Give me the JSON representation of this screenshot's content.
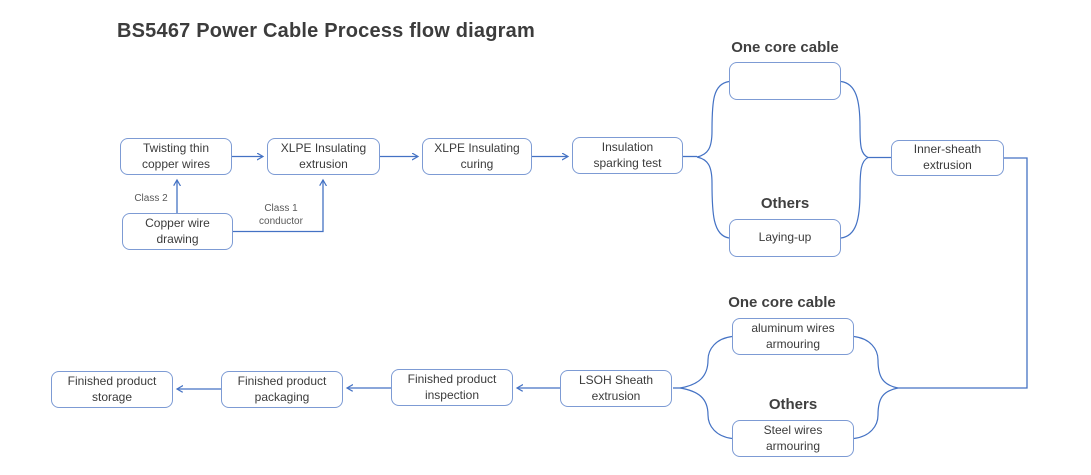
{
  "title": "BS5467 Power Cable Process flow diagram",
  "nodes": {
    "twisting_thin_copper_wires": "Twisting thin\ncopper wires",
    "xlpe_insulating_extrusion": "XLPE Insulating\nextrusion",
    "xlpe_insulating_curing": "XLPE Insulating\ncuring",
    "insulation_sparking_test": "Insulation\nsparking test",
    "copper_wire_drawing": "Copper wire\ndrawing",
    "laying_up": "Laying-up",
    "inner_sheath_extrusion": "Inner-sheath\nextrusion",
    "aluminum_wires_armouring": "aluminum wires\narmouring",
    "steel_wires_armouring": "Steel wires\narmouring",
    "lsoh_sheath_extrusion": "LSOH Sheath\nextrusion",
    "finished_product_inspection": "Finished product\ninspection",
    "finished_product_packaging": "Finished product\npackaging",
    "finished_product_storage": "Finished product\nstorage"
  },
  "branch_labels": {
    "top_one_core": "One core cable",
    "top_others": "Others",
    "bottom_one_core": "One core cable",
    "bottom_others": "Others"
  },
  "edge_labels": {
    "class_2": "Class 2",
    "class_1_conductor": "Class 1\nconductor"
  },
  "icons": {
    "flow_direction_arrow": "thick-right-arrow"
  },
  "colors": {
    "node_border": "#7D9BD4",
    "connector": "#4472C4",
    "thick_arrow": "#3E66B0",
    "text": "#3B3B3B",
    "label_gray": "#595959"
  }
}
